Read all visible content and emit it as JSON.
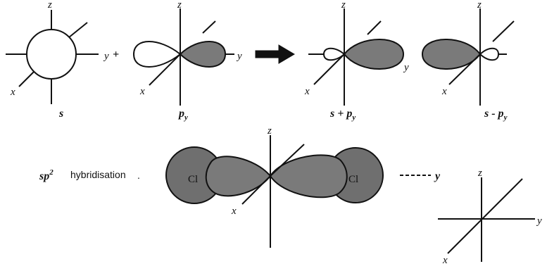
{
  "axes": {
    "x": "x",
    "y": "y",
    "z": "z"
  },
  "plus_sign": "+",
  "terms": {
    "s": "s",
    "p_main": "p",
    "p_sub": "y",
    "sum_main": "s + p",
    "sum_sub": "y",
    "diff_main": "s - p",
    "diff_sub": "y"
  },
  "hybrid": {
    "main": "sp",
    "sup": "2",
    "label": "hybridisation",
    "trailing_dot": "."
  },
  "atom_label": "Cl"
}
